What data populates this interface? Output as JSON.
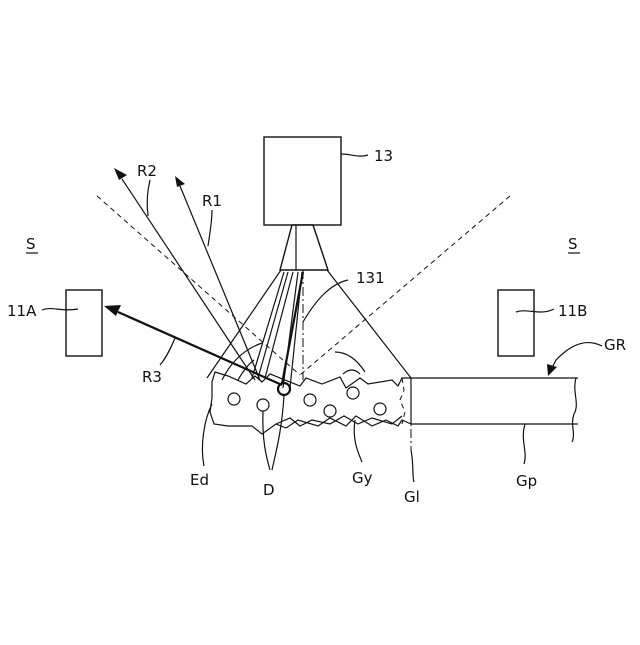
{
  "labels": {
    "camera": "13",
    "lens": "131",
    "ray1": "R1",
    "ray2": "R2",
    "ray3": "R3",
    "sensor_a": "11A",
    "sensor_b": "11B",
    "space_left": "S",
    "space_right": "S",
    "glass_ribbon": "GR",
    "edge": "Ed",
    "defect": "D",
    "glass_y": "Gy",
    "glass_line": "Gl",
    "glass_p": "Gp"
  }
}
